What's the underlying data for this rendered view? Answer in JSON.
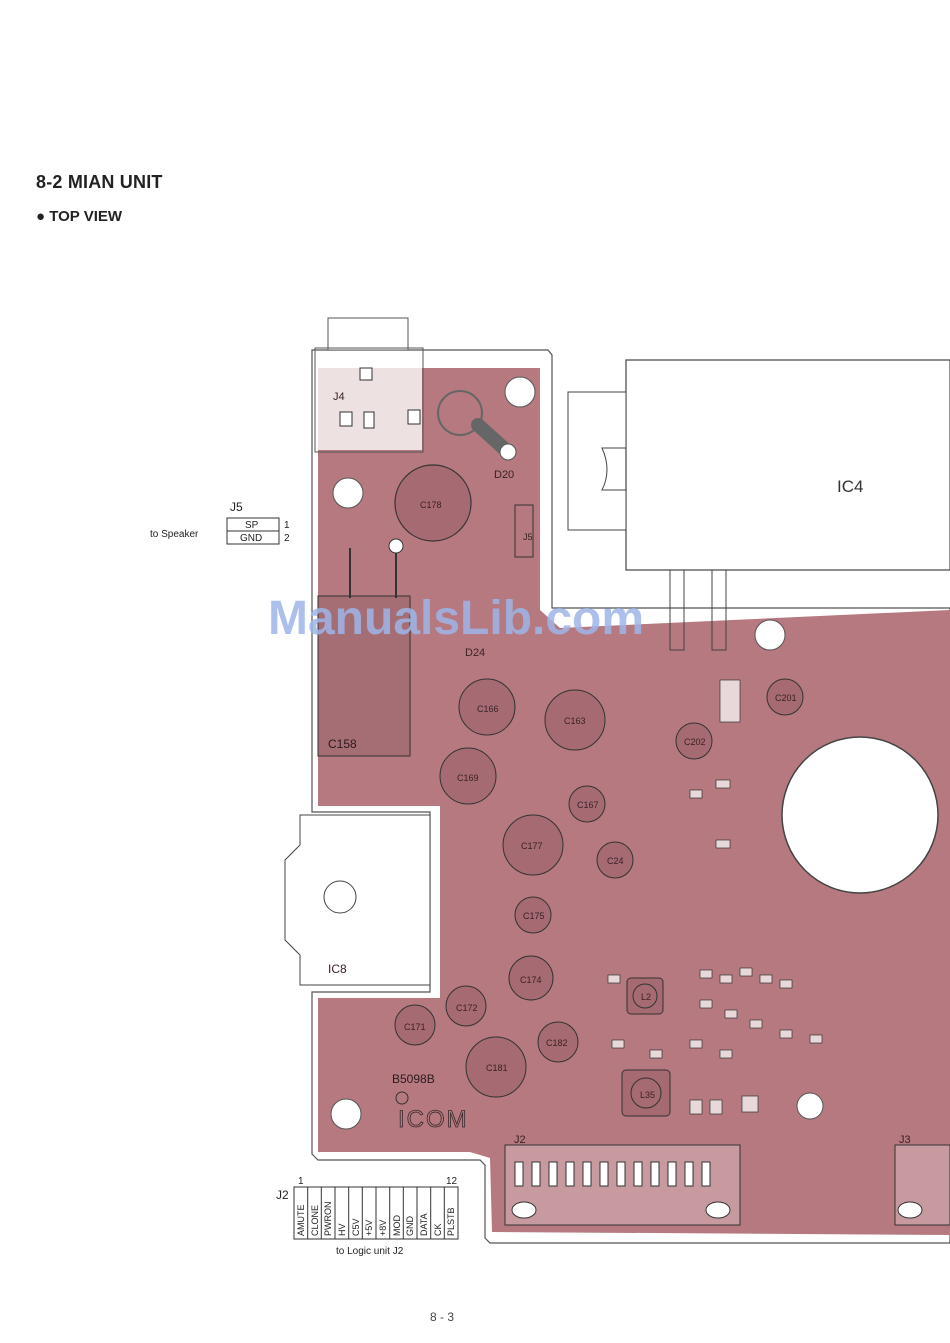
{
  "header": {
    "title": "8-2 MIAN UNIT",
    "view": "TOP VIEW",
    "bullet": "●"
  },
  "footer": {
    "page": "8 - 3"
  },
  "watermark": "ManualsLib.com",
  "j5": {
    "name": "J5",
    "pins": [
      "SP",
      "GND"
    ],
    "pin_numbers": [
      "1",
      "2"
    ],
    "destination": "to Speaker"
  },
  "j2_connector": {
    "name": "J2",
    "first_pin": "1",
    "last_pin": "12",
    "pins": [
      "AMUTE",
      "CLONE",
      "PWRON",
      "HV",
      "C5V",
      "+5V",
      "+8V",
      "MOD",
      "GND",
      "DATA",
      "CK",
      "PLSTB"
    ],
    "destination": "to Logic unit J2"
  },
  "board": {
    "model": "B5098B",
    "brand": "ICOM",
    "ic_labels": [
      "IC4",
      "IC8"
    ],
    "component_labels": {
      "j4": "J4",
      "j5b": "J5",
      "d20": "D20",
      "d24": "D24",
      "c178": "C178",
      "c158": "C158",
      "c166": "C166",
      "c163": "C163",
      "c169": "C169",
      "c167": "C167",
      "c177": "C177",
      "c24": "C24",
      "c175": "C175",
      "c174": "C174",
      "c172": "C172",
      "c171": "C171",
      "c181": "C181",
      "c182": "C182",
      "c201": "C201",
      "c202": "C202",
      "l2": "L2",
      "l35": "L35",
      "j2b": "J2",
      "j3": "J3"
    }
  },
  "colors": {
    "board": "#b5797f",
    "trace": "#c8a0a5",
    "outline": "#444444"
  }
}
